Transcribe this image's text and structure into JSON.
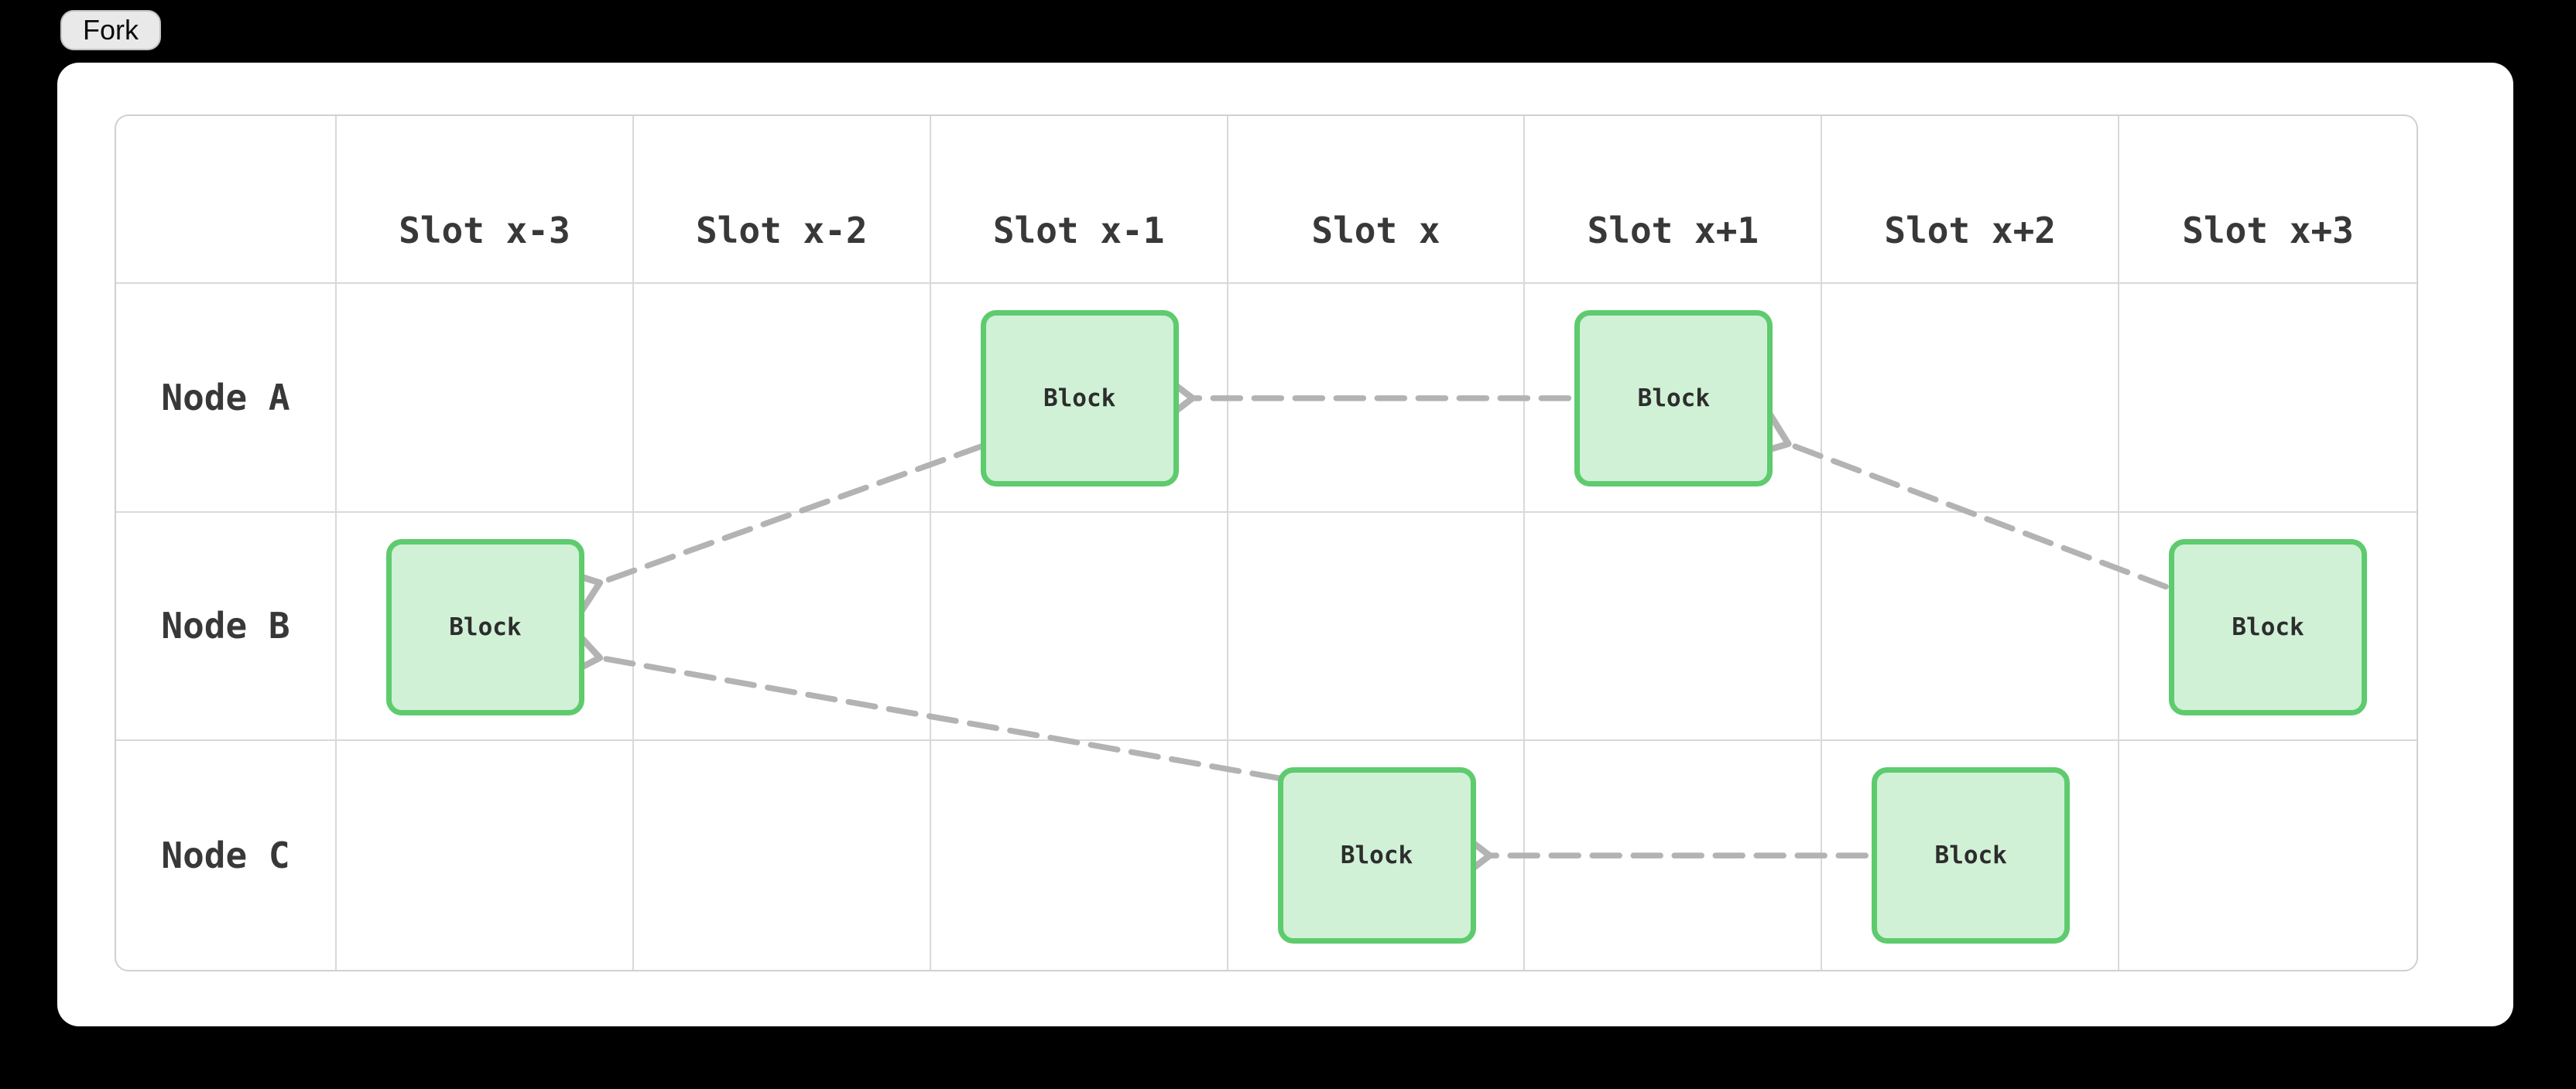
{
  "fork_button": {
    "label": "Fork"
  },
  "diagram": {
    "columns": [
      "Slot x-3",
      "Slot x-2",
      "Slot x-1",
      "Slot x",
      "Slot x+1",
      "Slot x+2",
      "Slot x+3"
    ],
    "rows": [
      "Node A",
      "Node B",
      "Node C"
    ],
    "block_label": "Block",
    "blocks": [
      {
        "id": "node-a-slot-x-1",
        "node": "Node A",
        "slot": "Slot x-1",
        "row": 0,
        "col": 2
      },
      {
        "id": "node-a-slot-x+1",
        "node": "Node A",
        "slot": "Slot x+1",
        "row": 0,
        "col": 4
      },
      {
        "id": "node-b-slot-x-3",
        "node": "Node B",
        "slot": "Slot x-3",
        "row": 1,
        "col": 0
      },
      {
        "id": "node-b-slot-x+3",
        "node": "Node B",
        "slot": "Slot x+3",
        "row": 1,
        "col": 6
      },
      {
        "id": "node-c-slot-x",
        "node": "Node C",
        "slot": "Slot x",
        "row": 2,
        "col": 3
      },
      {
        "id": "node-c-slot-x+2",
        "node": "Node C",
        "slot": "Slot x+2",
        "row": 2,
        "col": 5
      }
    ],
    "edges": [
      {
        "from": "node-a-slot-x+1",
        "to": "node-a-slot-x-1",
        "from_anchor": "left-mid",
        "to_anchor": "right-mid"
      },
      {
        "from": "node-b-slot-x+3",
        "to": "node-a-slot-x+1",
        "from_anchor": "left-upper",
        "to_anchor": "bottom-right"
      },
      {
        "from": "node-a-slot-x-1",
        "to": "node-b-slot-x-3",
        "from_anchor": "left-lower",
        "to_anchor": "right-upper"
      },
      {
        "from": "node-c-slot-x",
        "to": "node-b-slot-x-3",
        "from_anchor": "top-left",
        "to_anchor": "right-lower"
      },
      {
        "from": "node-c-slot-x+2",
        "to": "node-c-slot-x",
        "from_anchor": "left-mid",
        "to_anchor": "right-mid"
      }
    ]
  },
  "colors": {
    "page_bg": "#000000",
    "card_bg": "#ffffff",
    "grid_outer": "#d0d0d0",
    "grid_line": "#d9d9d9",
    "text": "#383838",
    "block_fill": "#d0f1d6",
    "block_border": "#5ecb6e",
    "block_text": "#2d2d2d",
    "arrow": "#b3b3b3",
    "button_bg": "#e9e9e9",
    "button_border": "#c2c2c2"
  }
}
